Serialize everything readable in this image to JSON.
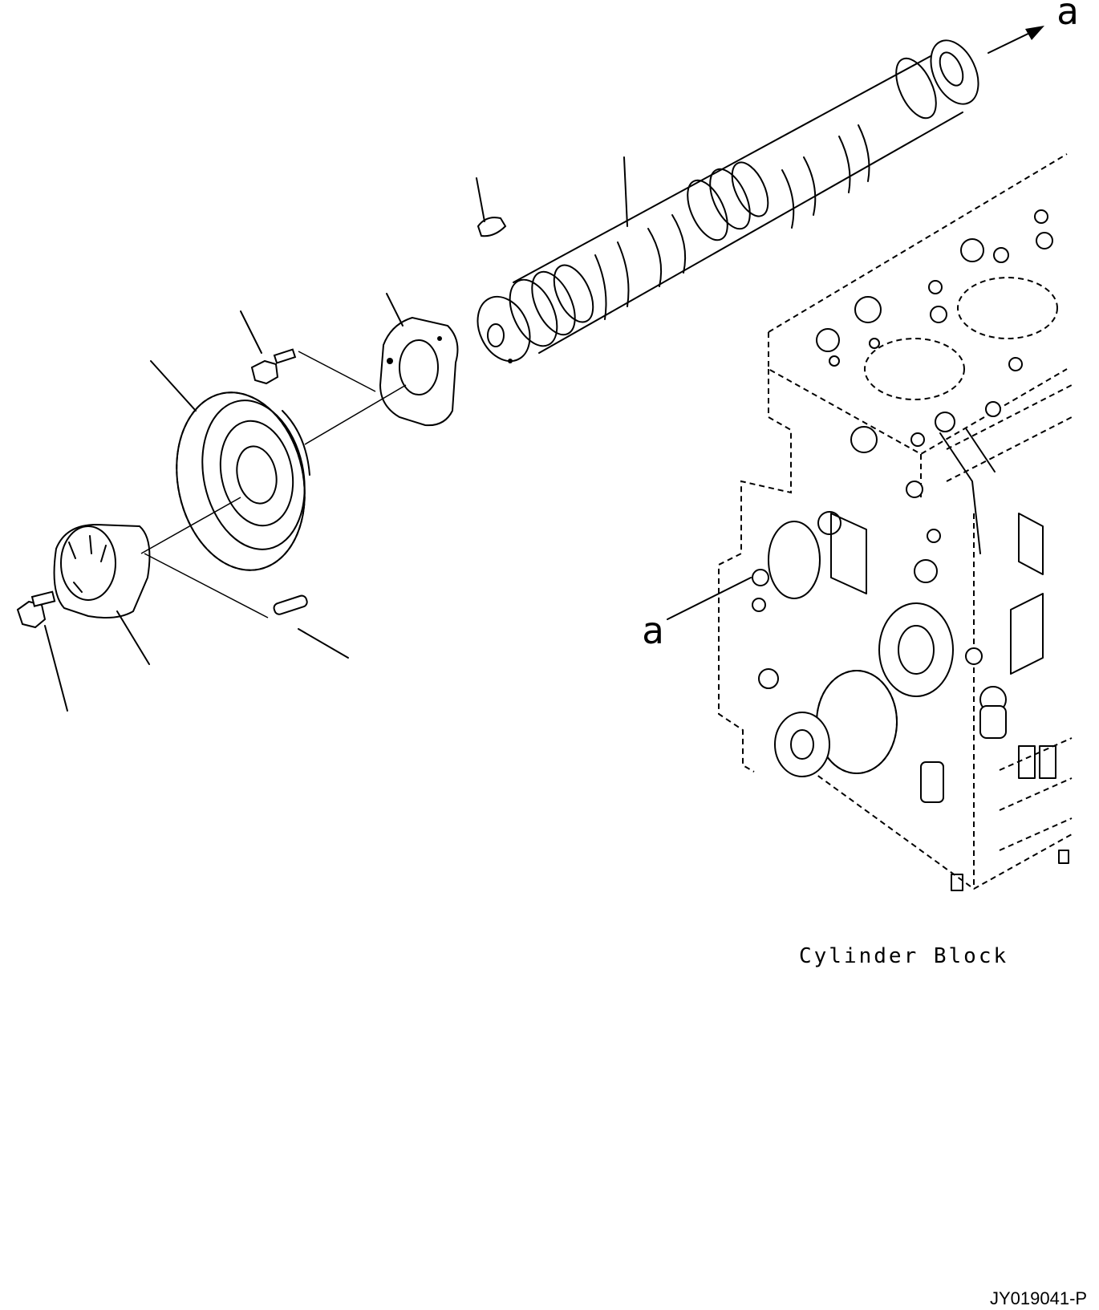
{
  "labels": {
    "ref_top": "a",
    "ref_block": "a",
    "caption": "Cylinder Block",
    "drawing_code": "JY019041-P"
  },
  "parts": [
    {
      "id": "camshaft",
      "icon": "camshaft-icon"
    },
    {
      "id": "woodruff-key",
      "icon": "key-icon"
    },
    {
      "id": "thrust-plate",
      "icon": "plate-icon"
    },
    {
      "id": "plate-bolt",
      "icon": "bolt-icon"
    },
    {
      "id": "cam-gear",
      "icon": "gear-icon"
    },
    {
      "id": "pulser-ring",
      "icon": "ring-icon"
    },
    {
      "id": "gear-bolt",
      "icon": "bolt-icon"
    },
    {
      "id": "dowel-pin",
      "icon": "pin-icon"
    },
    {
      "id": "cylinder-block",
      "icon": "engine-block-icon"
    }
  ]
}
